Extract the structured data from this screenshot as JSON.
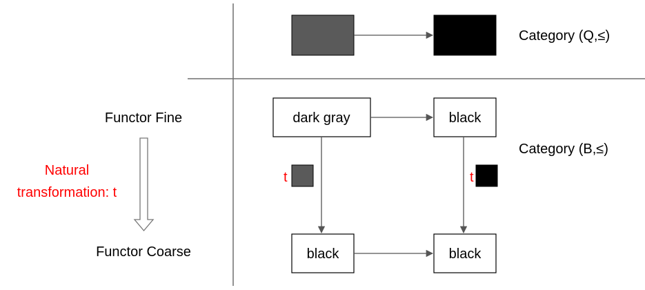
{
  "labels": {
    "category_q": "Category (Q,≤)",
    "category_b": "Category (B,≤)",
    "functor_fine": "Functor Fine",
    "functor_coarse": "Functor Coarse",
    "natural_line1": "Natural",
    "natural_line2": "transformation: t"
  },
  "nodes": {
    "fine_left": "dark gray",
    "fine_right": "black",
    "coarse_left": "black",
    "coarse_right": "black"
  },
  "components": {
    "left_label": "t",
    "right_label": "t"
  },
  "colors": {
    "dark_gray": "#5a5a5a",
    "black": "#000000",
    "accent_red": "#ff0000",
    "line": "#555555"
  }
}
